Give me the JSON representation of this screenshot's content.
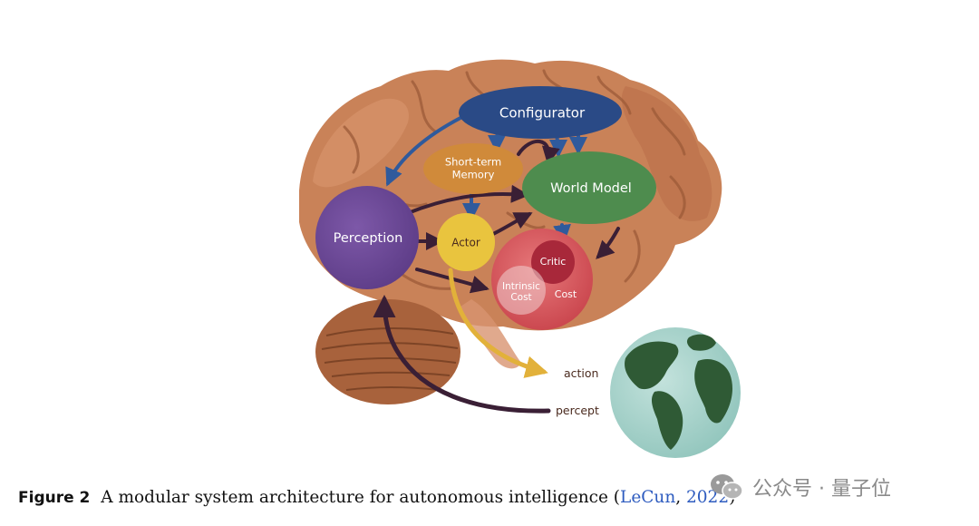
{
  "diagram": {
    "nodes": {
      "configurator": "Configurator",
      "short_term_memory_line1": "Short-term",
      "short_term_memory_line2": "Memory",
      "world_model": "World Model",
      "perception": "Perception",
      "actor": "Actor",
      "critic": "Critic",
      "intrinsic_cost_line1": "Intrinsic",
      "intrinsic_cost_line2": "Cost",
      "cost": "Cost"
    },
    "io_labels": {
      "action": "action",
      "percept": "percept"
    }
  },
  "caption": {
    "label": "Figure 2",
    "text": "A modular system architecture for autonomous intelligence (",
    "cite_author": "LeCun",
    "sep": ", ",
    "cite_year": "2022",
    "close": ")"
  },
  "watermark": {
    "text": "公众号 · 量子位"
  },
  "colors": {
    "configurator": "#2a4a86",
    "world_model": "#4e8c4e",
    "perception": "#6c4a97",
    "short_term_memory": "#d08a3a",
    "actor": "#e9c43e",
    "critic": "#a8283a",
    "cost_module": "#d8555a",
    "blue_arrow": "#2f5a9c",
    "dark_arrow": "#3a1f35",
    "action_arrow": "#e2b13a",
    "brain": "#c98258",
    "cerebellum": "#a8623c",
    "globe_ocean": "#a9d3cc",
    "globe_land": "#2f5a35"
  }
}
